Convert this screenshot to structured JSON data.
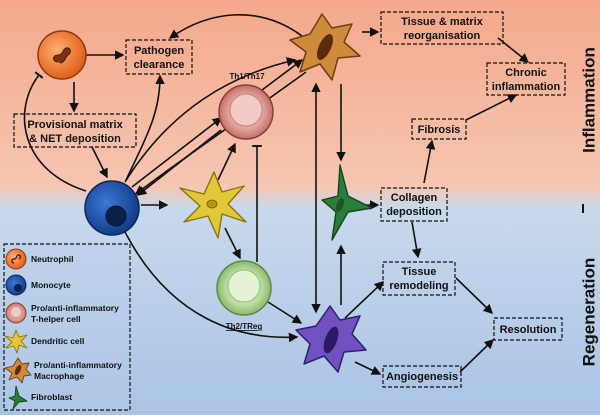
{
  "zones": {
    "top": "Inflammation",
    "bottom": "Regeneration"
  },
  "cell_labels": {
    "th1": "Th1/Th17",
    "th2": "Th2/TReg"
  },
  "process_boxes": {
    "pathogen": [
      "Pathogen",
      "clearance"
    ],
    "provisional": [
      "Provisional matrix",
      "& NET deposition"
    ],
    "tissue_reorg": [
      "Tissue & matrix",
      "reorganisation"
    ],
    "chronic": [
      "Chronic",
      "inflammation"
    ],
    "fibrosis": [
      "Fibrosis"
    ],
    "collagen": [
      "Collagen",
      "deposition"
    ],
    "remodeling": [
      "Tissue",
      "remodeling"
    ],
    "resolution": [
      "Resolution"
    ],
    "angiogenesis": [
      "Angiogenesis"
    ]
  },
  "legend": [
    {
      "label": [
        "Neutrophil"
      ],
      "icon": "neutrophil-icon"
    },
    {
      "label": [
        "Monocyte"
      ],
      "icon": "monocyte-icon"
    },
    {
      "label": [
        "Pro/anti-inflammatory",
        "T-helper cell"
      ],
      "icon": "t-helper-icon"
    },
    {
      "label": [
        "Dendritic cell"
      ],
      "icon": "dendritic-icon"
    },
    {
      "label": [
        "Pro/anti-inflammatory",
        "Macrophage"
      ],
      "icon": "macrophage-icon"
    },
    {
      "label": [
        "Fibroblast"
      ],
      "icon": "fibroblast-icon"
    }
  ],
  "colors": {
    "inflammation_bg": "#f4b9a0",
    "regeneration_bg": "#b7cde8",
    "neutrophil": "#e8762e",
    "monocyte": "#1c4fa6",
    "t_helper_pro": "#d88d85",
    "t_helper_anti": "#a9cf8a",
    "dendritic": "#e2c838",
    "macrophage_pro": "#cf8a3c",
    "macrophage_anti": "#6f52c0",
    "fibroblast": "#2a7d3a"
  }
}
